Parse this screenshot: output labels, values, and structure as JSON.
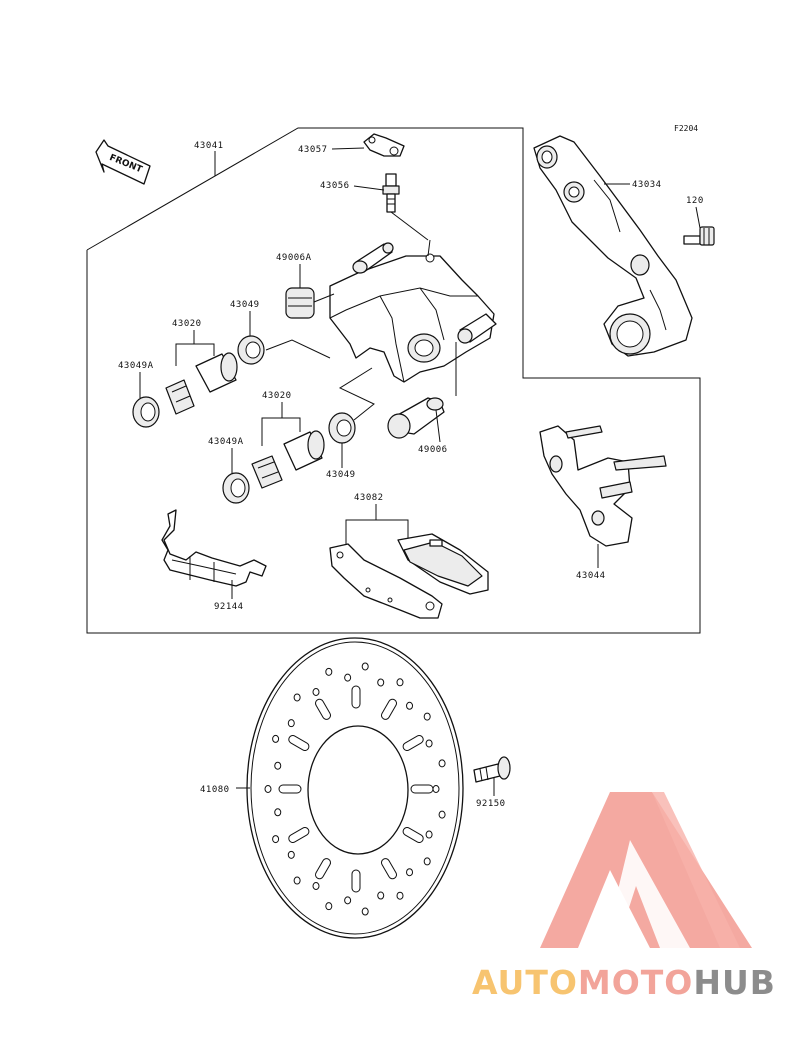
{
  "diagram_code": "F2204",
  "front_label": "FRONT",
  "parts": {
    "p43041": "43041",
    "p43057": "43057",
    "p43056": "43056",
    "p43034": "43034",
    "p120": "120",
    "p49006A": "49006A",
    "p43049_top": "43049",
    "p43020_top": "43020",
    "p43049A_top": "43049A",
    "p43020_bottom": "43020",
    "p43049A_bottom": "43049A",
    "p43049_bottom": "43049",
    "p49006": "49006",
    "p43082": "43082",
    "p43044": "43044",
    "p92144": "92144",
    "p41080": "41080",
    "p92150": "92150"
  },
  "watermark": {
    "auto": "AUTO",
    "moto": "MOTO",
    "hub": "HUB",
    "colors": {
      "auto": "#f7c470",
      "moto": "#f2a49a",
      "hub": "#8c8c8c",
      "logo": "#f29a90"
    }
  }
}
